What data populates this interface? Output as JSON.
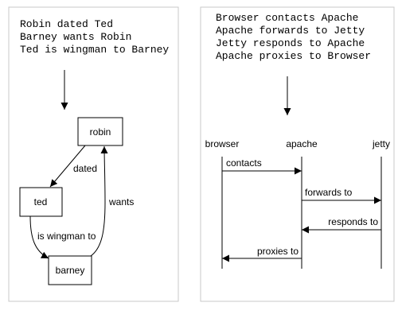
{
  "left_panel": {
    "source_lines": [
      "Robin dated Ted",
      "Barney wants Robin",
      "Ted is wingman to Barney"
    ],
    "nodes": {
      "robin": "robin",
      "ted": "ted",
      "barney": "barney"
    },
    "edges": {
      "dated": "dated",
      "wants": "wants",
      "wingman": "is wingman to"
    }
  },
  "right_panel": {
    "source_lines": [
      "Browser contacts Apache",
      "Apache forwards to Jetty",
      "Jetty responds to Apache",
      "Apache proxies to Browser"
    ],
    "participants": {
      "browser": "browser",
      "apache": "apache",
      "jetty": "jetty"
    },
    "messages": {
      "contacts": "contacts",
      "forwards": "forwards to",
      "responds": "responds to",
      "proxies": "proxies to"
    }
  }
}
